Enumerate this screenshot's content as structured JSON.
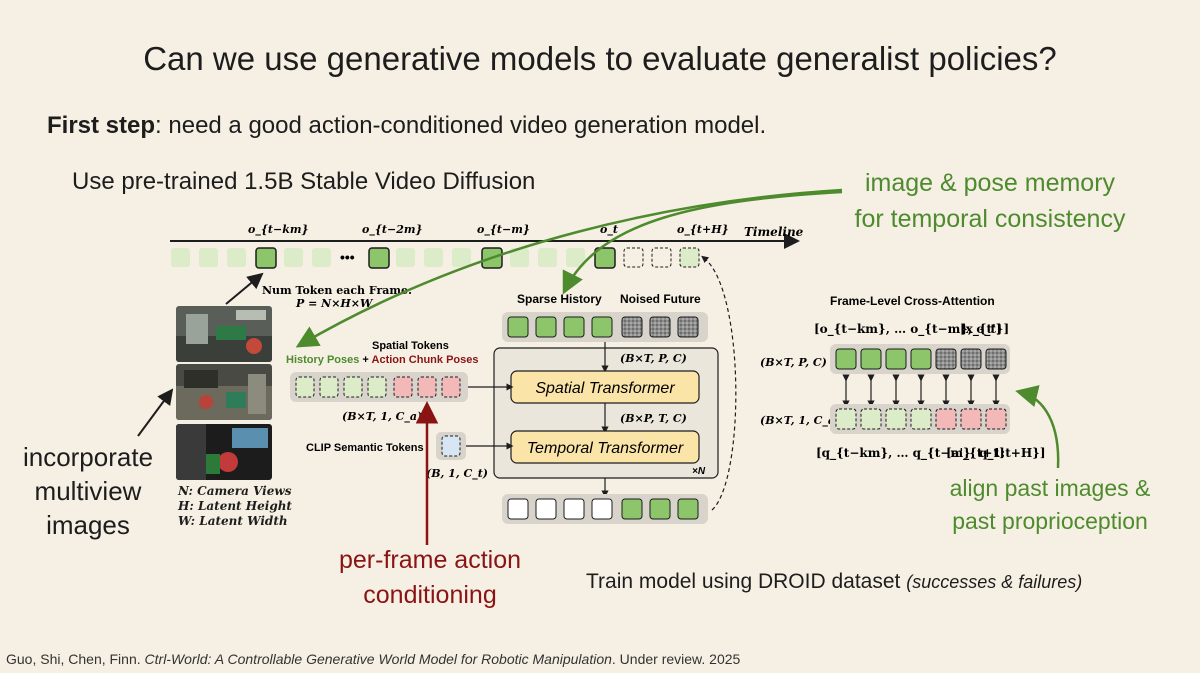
{
  "slide": {
    "title": "Can we use generative models to evaluate generalist policies?",
    "first_step_label": "First step",
    "first_step_text": ": need a good action-conditioned video generation model.",
    "pretrained_text": "Use pre-trained 1.5B Stable Video Diffusion",
    "memory_annotation_line1": "image & pose memory",
    "memory_annotation_line2": "for temporal consistency",
    "multiview_line1": "incorporate",
    "multiview_line2": "multiview",
    "multiview_line3": "images",
    "per_frame_line1": "per-frame action",
    "per_frame_line2": "conditioning",
    "align_line1": "align past images &",
    "align_line2": "past proprioception",
    "train_text": "Train model using DROID dataset ",
    "train_italic": "(successes & failures)",
    "citation_authors": "Guo, Shi, Chen, Finn. ",
    "citation_title": "Ctrl-World: A Controllable Generative World Model for Robotic Manipulation",
    "citation_tail": ". Under review. 2025"
  },
  "diagram": {
    "timeline_label": "Timeline",
    "timeline_marks": [
      "o_{t−km}",
      "o_{t−2m}",
      "o_{t−m}",
      "o_t",
      "o_{t+H}"
    ],
    "ellipsis": "•••",
    "num_token_line1": "Num Token each Frame:",
    "num_token_line2": "P = N×H×W",
    "sparse_history": "Sparse History",
    "noised_future": "Noised Future",
    "spatial_tokens": "Spatial Tokens",
    "history_poses": "History Poses",
    "plus": " + ",
    "action_chunk_poses": "Action Chunk Poses",
    "dim_btpc": "(B×T, P, C)",
    "dim_bt1ca": "(B×T, 1, C_a)",
    "dim_bptc": "(B×P, T, C)",
    "dim_b1ct": "(B, 1, C_t)",
    "spatial_transformer": "Spatial Transformer",
    "temporal_transformer": "Temporal Transformer",
    "times_n": "×N",
    "clip_tokens": "CLIP Semantic Tokens",
    "legend_n": "N: Camera Views",
    "legend_h": "H: Latent Height",
    "legend_w": "W: Latent Width",
    "xattn_title": "Frame-Level Cross-Attention",
    "xattn_top": "[o_{t−km}, … o_{t−m}, o_t]",
    "xattn_top_x": "[x_{t'}]",
    "xattn_dim_top": "(B×T, P, C)",
    "xattn_dim_bottom": "(B×T, 1, C_a)",
    "xattn_bottom": "[q_{t−km}, … q_{t−m}, q_t]",
    "xattn_bottom_a": "[a'_{t+1:t+H}]"
  },
  "colors": {
    "green_token": "#8cc56a",
    "light_green_token": "#dcebc8",
    "pink_token": "#f3b8b8",
    "gray_token": "#8a8a8a",
    "transformer_fill": "#fbe4a8",
    "annotation_green": "#4e8a2e",
    "annotation_red": "#8a1414"
  }
}
